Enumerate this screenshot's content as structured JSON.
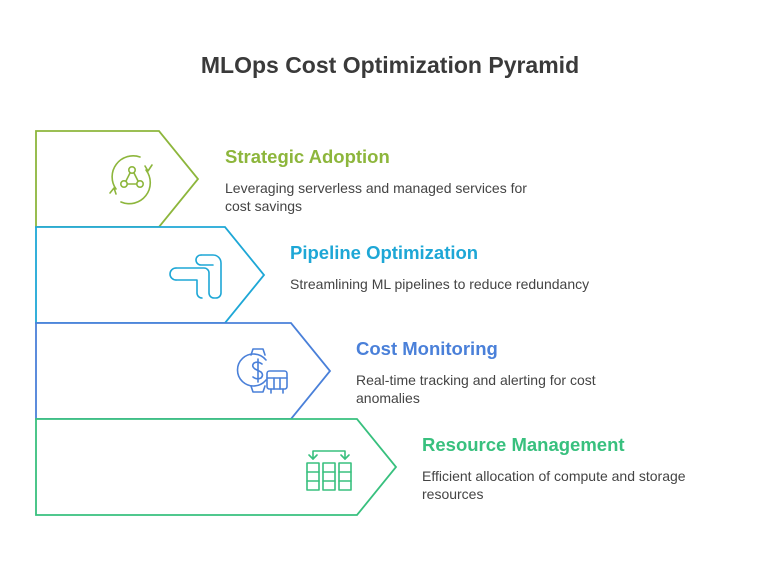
{
  "title": "MLOps Cost Optimization Pyramid",
  "levels": [
    {
      "title": "Strategic Adoption",
      "description": "Leveraging serverless and managed services for cost savings",
      "color": "#8db63c",
      "icon": "cycle-network-icon"
    },
    {
      "title": "Pipeline Optimization",
      "description": "Streamlining ML pipelines to reduce redundancy",
      "color": "#1ea7d6",
      "icon": "pipeline-icon"
    },
    {
      "title": "Cost Monitoring",
      "description": "Real-time tracking and alerting for cost anomalies",
      "color": "#4a80d9",
      "icon": "cost-monitor-icon"
    },
    {
      "title": "Resource Management",
      "description": "Efficient allocation of compute and storage resources",
      "color": "#38c07e",
      "icon": "resource-allocation-icon"
    }
  ]
}
